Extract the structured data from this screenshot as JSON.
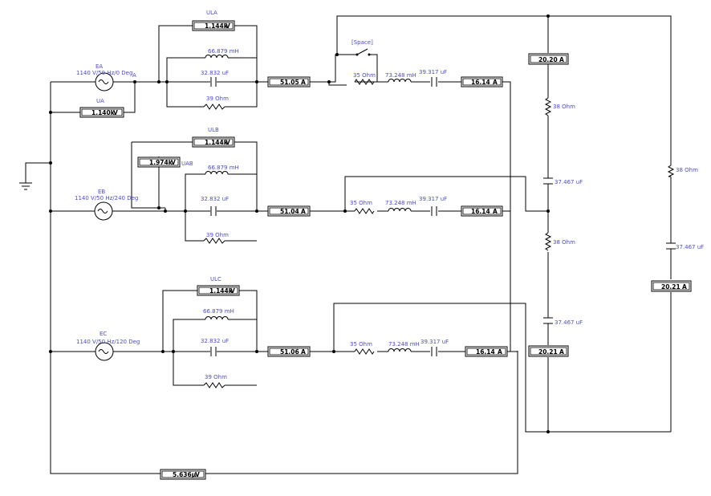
{
  "sources": {
    "ea": {
      "name": "EA",
      "spec": "1140 V/50 Hz/0 Deg",
      "node": "A"
    },
    "eb": {
      "name": "EB",
      "spec": "1140 V/50 Hz/240 Deg"
    },
    "ec": {
      "name": "EC",
      "spec": "1140 V/50 Hz/120 Deg"
    }
  },
  "voltmeters": {
    "ula": {
      "name": "ULA",
      "reading": "1.144k",
      "unit": "V"
    },
    "ulb": {
      "name": "ULB",
      "reading": "1.144k",
      "unit": "V"
    },
    "ulc": {
      "name": "ULC",
      "reading": "1.144k",
      "unit": "V"
    },
    "ua": {
      "name": "UA",
      "reading": "1.140k",
      "unit": "V"
    },
    "uab": {
      "name": "UAB",
      "reading": "1.974k",
      "unit": "V"
    },
    "bottom": {
      "reading": "5.636µ",
      "unit": "V"
    }
  },
  "ammeters": {
    "la_a": {
      "reading": "51.05",
      "unit": "A"
    },
    "la_b": {
      "reading": "51.04",
      "unit": "A"
    },
    "la_c": {
      "reading": "51.06",
      "unit": "A"
    },
    "lr_a": {
      "reading": "16.14",
      "unit": "A"
    },
    "lr_b": {
      "reading": "16.14",
      "unit": "A"
    },
    "lr_c": {
      "reading": "16.14",
      "unit": "A"
    },
    "d1": {
      "reading": "20.20",
      "unit": "A"
    },
    "d2": {
      "reading": "20.21",
      "unit": "A"
    },
    "d3": {
      "reading": "20.21",
      "unit": "A"
    }
  },
  "components": {
    "inductor_load": "66.879 mH",
    "capacitor_load": "32.832 uF",
    "resistor_load": "39  Ohm",
    "resistor_line": "35  Ohm",
    "inductor_line": "73.248 mH",
    "capacitor_line": "39.317 uF",
    "resistor_delta": "38  Ohm",
    "capacitor_delta": "37.467 uF"
  },
  "switch": {
    "key": "[Space]"
  }
}
